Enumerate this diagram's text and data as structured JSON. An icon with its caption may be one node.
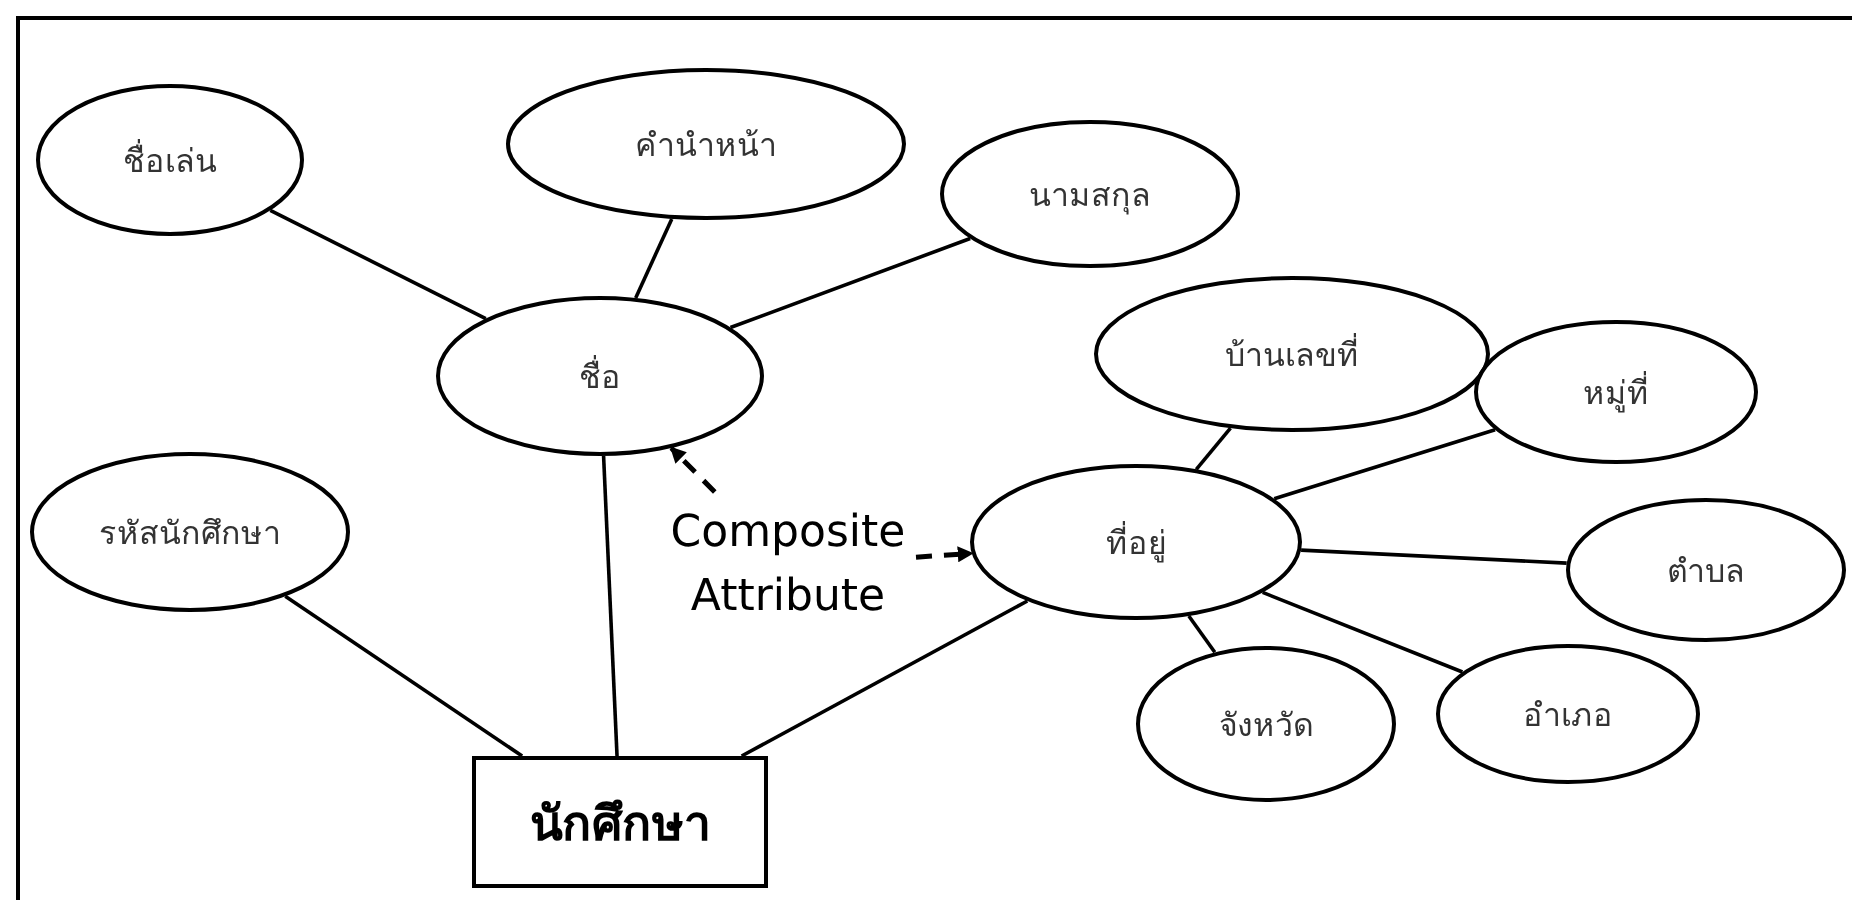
{
  "diagram": {
    "nodes": [
      {
        "text": [
          "ชื่อเล่น"
        ]
      },
      {
        "text": [
          "คำนำหน้า"
        ]
      },
      {
        "text": [
          "นามสกุล"
        ]
      },
      {
        "text": [
          "ชื่อ"
        ]
      },
      {
        "text": [
          "รหัสนักศึกษา"
        ]
      },
      {
        "text": [
          "บ้านเลขที่"
        ]
      },
      {
        "text": [
          "หมู่ที่"
        ]
      },
      {
        "text": [
          "ที่อยู่"
        ]
      },
      {
        "text": [
          "ตำบล"
        ]
      },
      {
        "text": [
          "จังหวัด"
        ]
      },
      {
        "text": [
          "อำเภอ"
        ]
      },
      {
        "text": [
          "นักศึกษา"
        ]
      },
      {
        "text": [
          "Composite Attribute"
        ]
      }
    ],
    "edges": [
      {
        "from": 3,
        "to": 0,
        "arrow": "none"
      },
      {
        "from": 3,
        "to": 1,
        "arrow": "none"
      },
      {
        "from": 3,
        "to": 2,
        "arrow": "none"
      },
      {
        "from": 11,
        "to": 4,
        "arrow": "none"
      },
      {
        "from": 11,
        "to": 3,
        "arrow": "none"
      },
      {
        "from": 11,
        "to": 7,
        "arrow": "none"
      },
      {
        "from": 7,
        "to": 5,
        "arrow": "none"
      },
      {
        "from": 7,
        "to": 6,
        "arrow": "none"
      },
      {
        "from": 7,
        "to": 8,
        "arrow": "none"
      },
      {
        "from": 7,
        "to": 10,
        "arrow": "none"
      },
      {
        "from": 7,
        "to": 9,
        "arrow": "none"
      },
      {
        "from": 12,
        "to": 3,
        "arrow": "to",
        "style": "dashed"
      },
      {
        "from": 12,
        "to": 7,
        "arrow": "to",
        "style": "dashed"
      }
    ]
  }
}
